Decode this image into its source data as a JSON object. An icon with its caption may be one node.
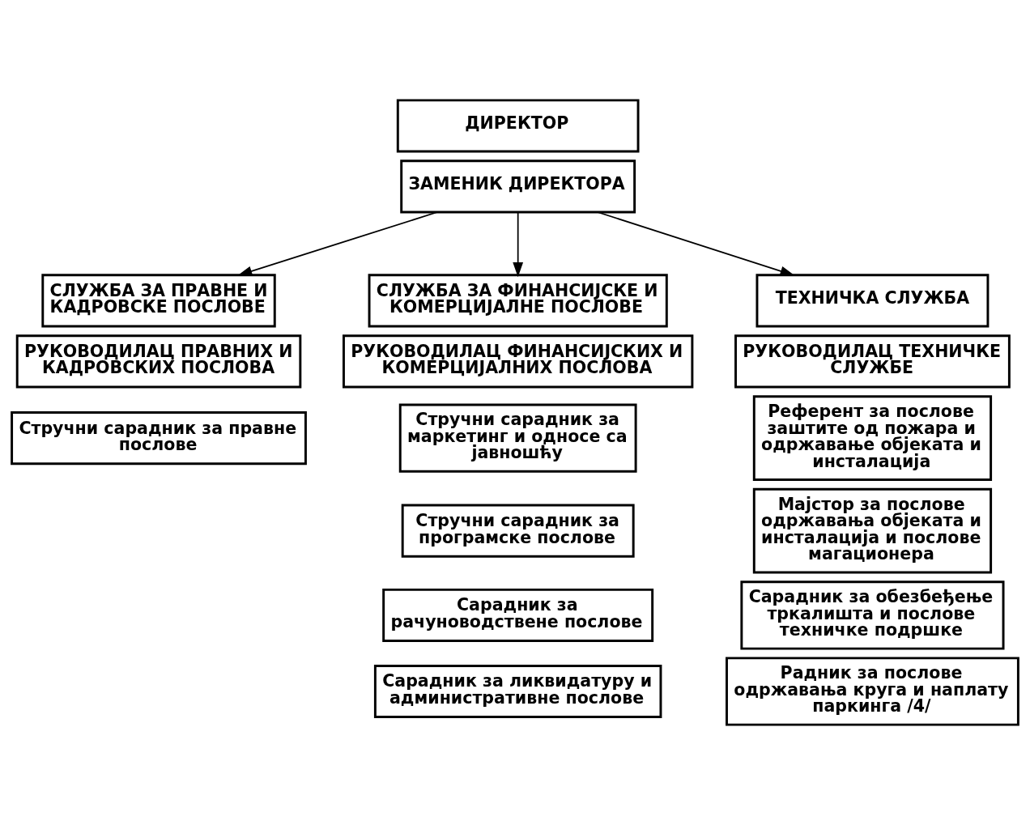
{
  "diagram": {
    "nodes": [
      {
        "text": [
          "ДИРЕКТОР"
        ]
      },
      {
        "text": [
          "ЗАМЕНИК ДИРЕКТОРА"
        ]
      },
      {
        "text": [
          "СЛУЖБА ЗА ПРАВНЕ И КАДРОВСКЕ ПОСЛОВЕ"
        ]
      },
      {
        "text": [
          "РУКОВОДИЛАЦ ПРАВНИХ И КАДРОВСКИХ ПОСЛОВА"
        ]
      },
      {
        "text": [
          "Стручни сарадник за правне послове"
        ]
      },
      {
        "text": [
          "СЛУЖБА ЗА ФИНАНСИЈСКЕ И КОМЕРЦИЈАЛНЕ ПОСЛОВЕ"
        ]
      },
      {
        "text": [
          "РУКОВОДИЛАЦ ФИНАНСИЈСКИХ И КОМЕРЦИЈАЛНИХ ПОСЛОВА"
        ]
      },
      {
        "text": [
          "Стручни сарадник за маркетинг и односе са јавношћу"
        ]
      },
      {
        "text": [
          "Стручни сарадник за програмске послове"
        ]
      },
      {
        "text": [
          "Сарадник за рачуноводствене послове"
        ]
      },
      {
        "text": [
          "Сарадник за ликвидатуру и административне послове"
        ]
      },
      {
        "text": [
          "ТЕХНИЧКА СЛУЖБА"
        ]
      },
      {
        "text": [
          "РУКОВОДИЛАЦ ТЕХНИЧКЕ СЛУЖБЕ"
        ]
      },
      {
        "text": [
          "Референт за послове заштите од пожара и одржавање објеката и инсталација"
        ]
      },
      {
        "text": [
          "Мајстор за послове одржавања објеката и инсталација и послове магационера"
        ]
      },
      {
        "text": [
          "Сарадник за обезбеђење тркалишта и послове техничке подршке"
        ]
      },
      {
        "text": [
          "Радник за послове одржавања круга и наплату паркинга /4/"
        ]
      }
    ],
    "edges": [
      {
        "from": 1,
        "to": 2,
        "arrow": "to"
      },
      {
        "from": 1,
        "to": 5,
        "arrow": "to"
      },
      {
        "from": 1,
        "to": 11,
        "arrow": "to"
      }
    ]
  }
}
